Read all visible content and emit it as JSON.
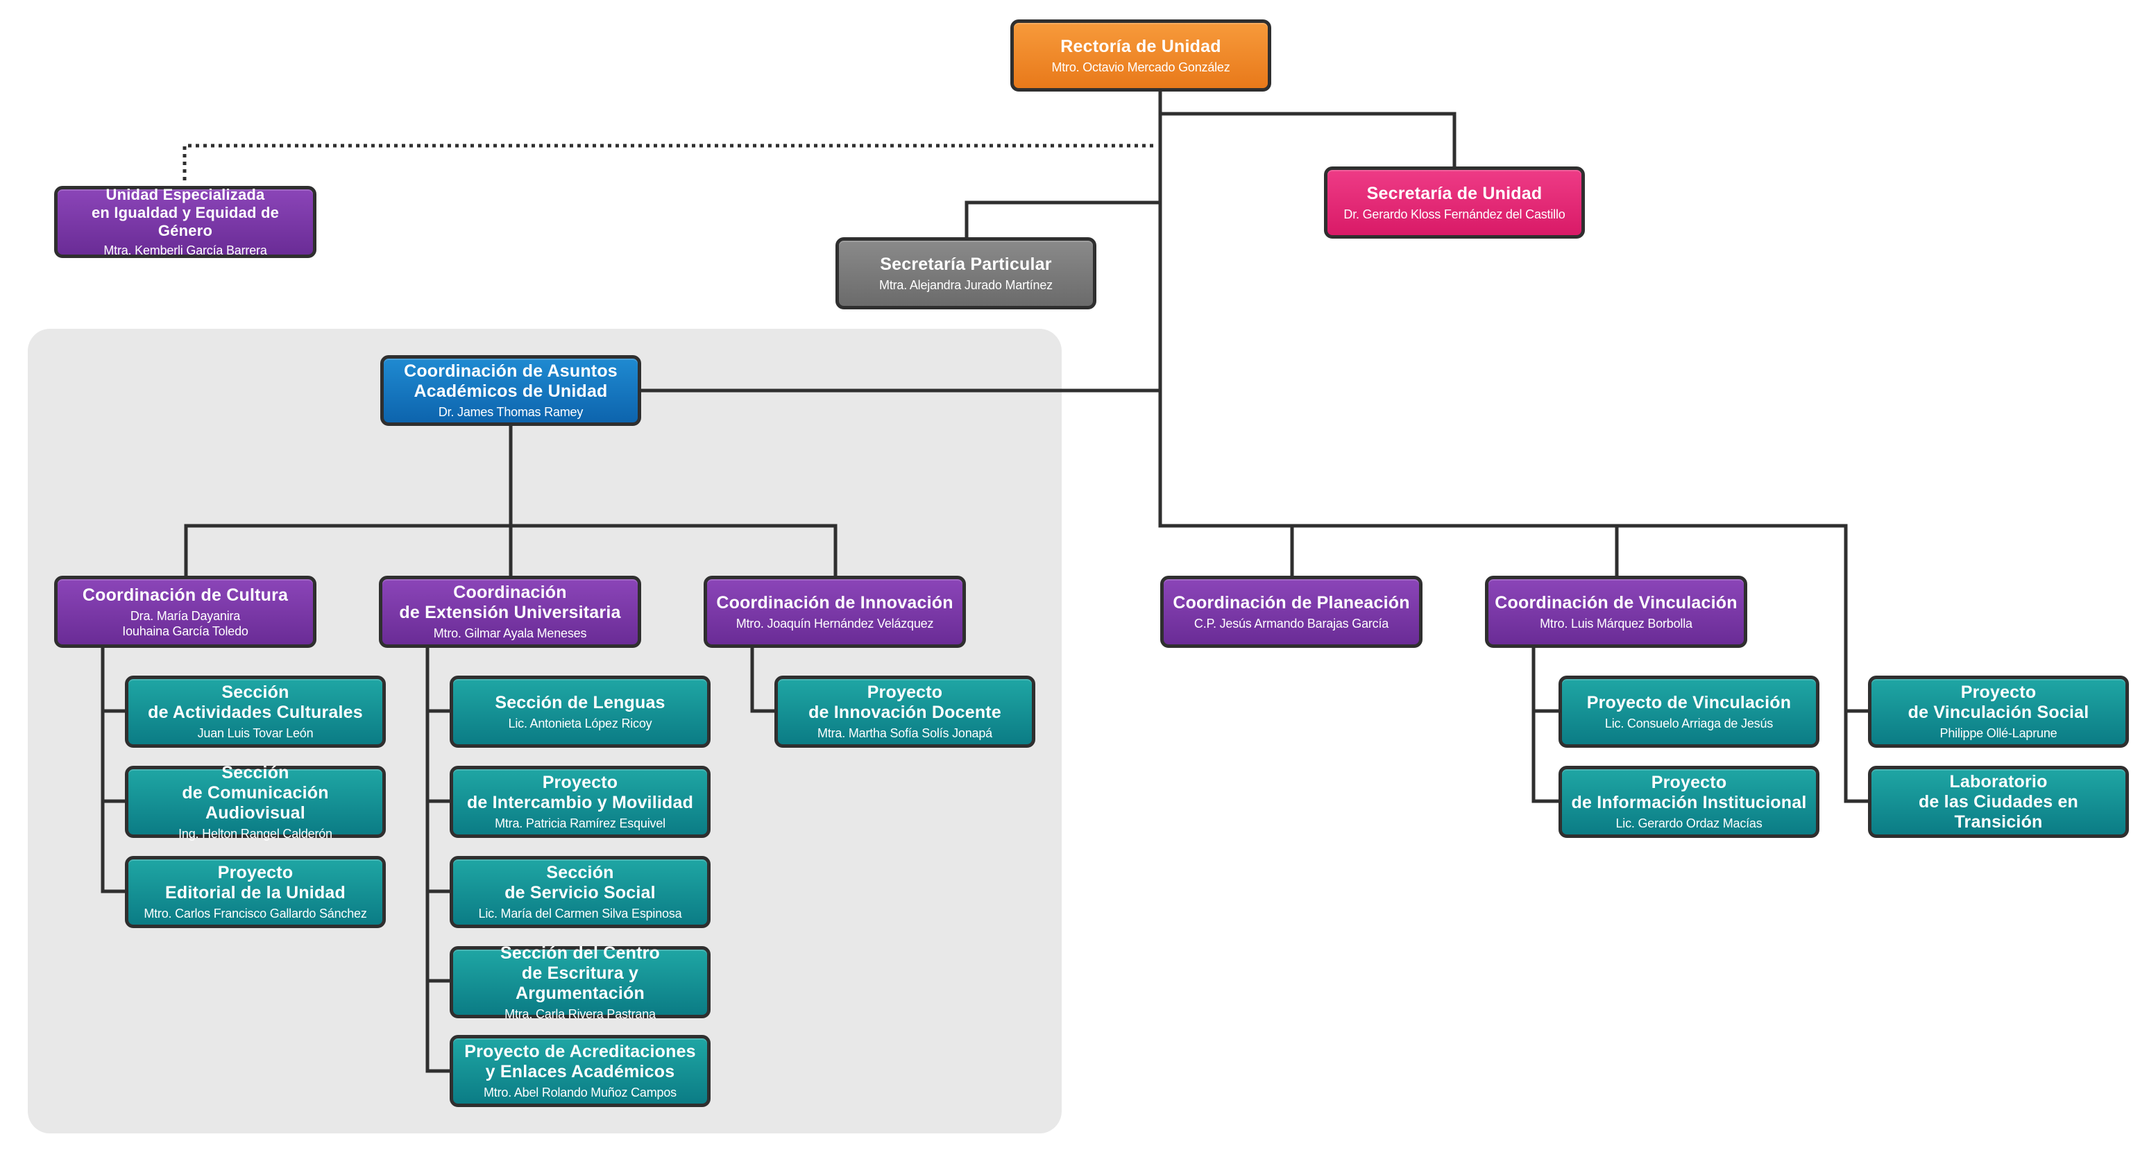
{
  "colors": {
    "rectoria": "#f0851f",
    "secretaria_unidad": "#e5287a",
    "secretaria_particular": "#7a7a7a",
    "coordinacion": "#7b38a8",
    "academicos": "#1479c2",
    "seccion": "#159596",
    "lines": "#2f2f2f",
    "panel": "#e8e8e8"
  },
  "rectoria": {
    "title": "Rectoría de Unidad",
    "name": "Mtro. Octavio Mercado González"
  },
  "secretaria_unidad": {
    "title": "Secretaría de Unidad",
    "name": "Dr. Gerardo Kloss Fernández del Castillo"
  },
  "secretaria_particular": {
    "title": "Secretaría Particular",
    "name": "Mtra. Alejandra Jurado Martínez"
  },
  "igualdad": {
    "title": "Unidad Especializada\nen Igualdad y Equidad de Género",
    "name": "Mtra. Kemberli García Barrera"
  },
  "academicos": {
    "title": "Coordinación de Asuntos\nAcadémicos de Unidad",
    "name": "Dr. James Thomas Ramey"
  },
  "cultura": {
    "title": "Coordinación de Cultura",
    "name": "Dra. María Dayanira\nIouhaina García Toledo"
  },
  "extension": {
    "title": "Coordinación\nde Extensión Universitaria",
    "name": "Mtro. Gilmar Ayala Meneses"
  },
  "innovacion": {
    "title": "Coordinación de Innovación",
    "name": "Mtro. Joaquín Hernández Velázquez"
  },
  "planeacion": {
    "title": "Coordinación de Planeación",
    "name": "C.P. Jesús Armando Barajas García"
  },
  "vinculacion": {
    "title": "Coordinación de Vinculación",
    "name": "Mtro. Luis Márquez Borbolla"
  },
  "actividades_culturales": {
    "title": "Sección\nde Actividades Culturales",
    "name": "Juan Luis Tovar León"
  },
  "comunicacion": {
    "title": "Sección\nde Comunicación Audiovisual",
    "name": "Ing. Helton Rangel Calderón"
  },
  "editorial": {
    "title": "Proyecto\nEditorial de la Unidad",
    "name": "Mtro. Carlos Francisco Gallardo Sánchez"
  },
  "lenguas": {
    "title": "Sección de Lenguas",
    "name": "Lic. Antonieta López Ricoy"
  },
  "intercambio": {
    "title": "Proyecto\nde Intercambio y Movilidad",
    "name": "Mtra. Patricia Ramírez Esquivel"
  },
  "servicio_social": {
    "title": "Sección\nde Servicio Social",
    "name": "Lic. María del Carmen Silva Espinosa"
  },
  "escritura": {
    "title": "Sección del Centro\nde Escritura y Argumentación",
    "name": "Mtra. Carla Rivera Pastrana"
  },
  "acreditaciones": {
    "title": "Proyecto de Acreditaciones\ny Enlaces Académicos",
    "name": "Mtro. Abel Rolando Muñoz Campos"
  },
  "innovacion_docente": {
    "title": "Proyecto\nde Innovación Docente",
    "name": "Mtra. Martha Sofía Solís Jonapá"
  },
  "proyecto_vinculacion": {
    "title": "Proyecto de Vinculación",
    "name": "Lic. Consuelo Arriaga de Jesús"
  },
  "informacion": {
    "title": "Proyecto\nde Información Institucional",
    "name": "Lic. Gerardo Ordaz Macías"
  },
  "vinculacion_social": {
    "title": "Proyecto\nde Vinculación Social",
    "name": "Philippe Ollé-Laprune"
  },
  "laboratorio": {
    "title": "Laboratorio\nde las Ciudades en Transición",
    "name": ""
  }
}
